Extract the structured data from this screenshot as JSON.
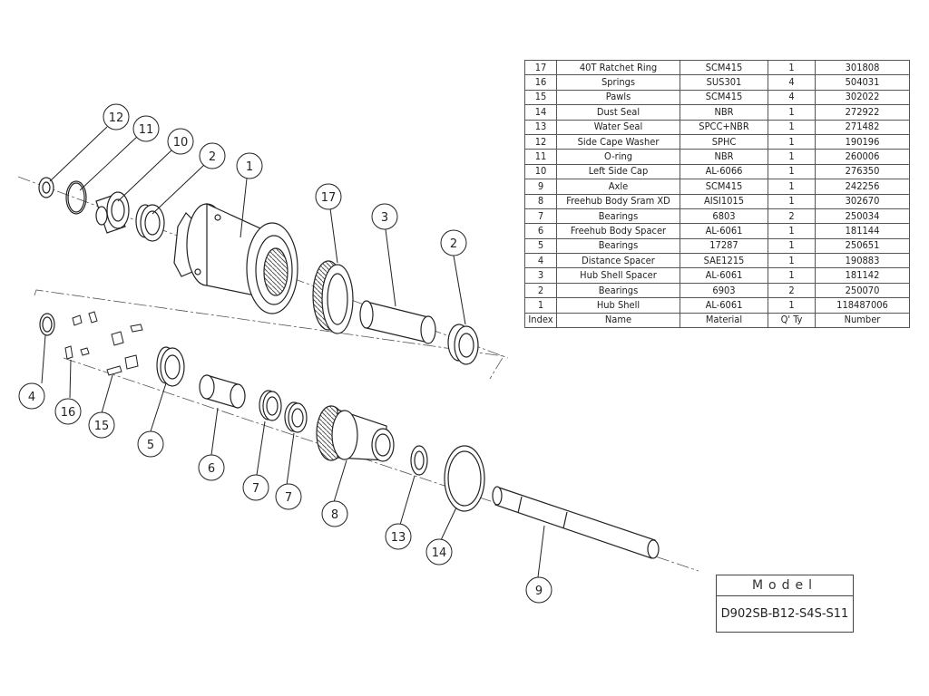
{
  "bom": {
    "rows": [
      {
        "index": "17",
        "name": "40T Ratchet Ring",
        "material": "SCM415",
        "qty": "1",
        "number": "301808"
      },
      {
        "index": "16",
        "name": "Springs",
        "material": "SUS301",
        "qty": "4",
        "number": "504031"
      },
      {
        "index": "15",
        "name": "Pawls",
        "material": "SCM415",
        "qty": "4",
        "number": "302022"
      },
      {
        "index": "14",
        "name": "Dust Seal",
        "material": "NBR",
        "qty": "1",
        "number": "272922"
      },
      {
        "index": "13",
        "name": "Water Seal",
        "material": "SPCC+NBR",
        "qty": "1",
        "number": "271482"
      },
      {
        "index": "12",
        "name": "Side Cape Washer",
        "material": "SPHC",
        "qty": "1",
        "number": "190196"
      },
      {
        "index": "11",
        "name": "O-ring",
        "material": "NBR",
        "qty": "1",
        "number": "260006"
      },
      {
        "index": "10",
        "name": "Left Side Cap",
        "material": "AL-6066",
        "qty": "1",
        "number": "276350"
      },
      {
        "index": "9",
        "name": "Axle",
        "material": "SCM415",
        "qty": "1",
        "number": "242256"
      },
      {
        "index": "8",
        "name": "Freehub Body Sram XD",
        "material": "AISI1015",
        "qty": "1",
        "number": "302670"
      },
      {
        "index": "7",
        "name": "Bearings",
        "material": "6803",
        "qty": "2",
        "number": "250034"
      },
      {
        "index": "6",
        "name": "Freehub Body Spacer",
        "material": "AL-6061",
        "qty": "1",
        "number": "181144"
      },
      {
        "index": "5",
        "name": "Bearings",
        "material": "17287",
        "qty": "1",
        "number": "250651"
      },
      {
        "index": "4",
        "name": "Distance Spacer",
        "material": "SAE1215",
        "qty": "1",
        "number": "190883"
      },
      {
        "index": "3",
        "name": "Hub Shell Spacer",
        "material": "AL-6061",
        "qty": "1",
        "number": "181142"
      },
      {
        "index": "2",
        "name": "Bearings",
        "material": "6903",
        "qty": "2",
        "number": "250070"
      },
      {
        "index": "1",
        "name": "Hub Shell",
        "material": "AL-6061",
        "qty": "1",
        "number": "118487006"
      }
    ],
    "header": {
      "index": "Index",
      "name": "Name",
      "material": "Material",
      "qty": "Q' Ty",
      "number": "Number"
    }
  },
  "model": {
    "title": "Model",
    "value": "D902SB-B12-S4S-S11"
  },
  "callouts": [
    "12",
    "11",
    "10",
    "2",
    "1",
    "17",
    "3",
    "2",
    "4",
    "16",
    "15",
    "5",
    "6",
    "7",
    "7",
    "8",
    "13",
    "14",
    "9"
  ]
}
